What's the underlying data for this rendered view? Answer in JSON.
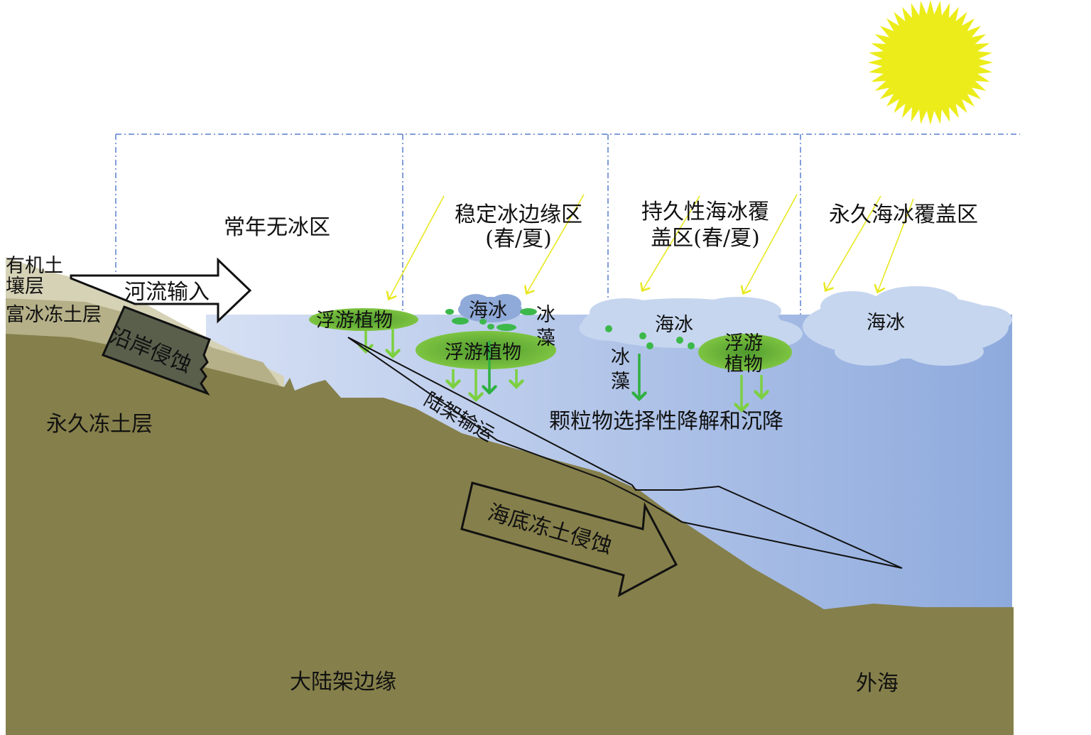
{
  "zones": [
    "常年无冰区",
    "稳定冰边缘区",
    "(春/夏)",
    "持久性海冰覆",
    "盖区(春/夏)",
    "永久海冰覆盖区"
  ],
  "land_labels": {
    "organic_soil_1": "有机土",
    "organic_soil_2": "壤层",
    "ice_rich_permafrost": "富冰冻土层",
    "permafrost": "永久冻土层",
    "shelf_margin": "大陆架边缘",
    "open_sea": "外海"
  },
  "processes": {
    "river_input": "河流输入",
    "coastal_erosion": "沿岸侵蚀",
    "shelf_transport": "陆架输运",
    "subsea_erosion": "海底冻土侵蚀",
    "particle_degradation": "颗粒物选择性降解和沉降"
  },
  "biota": {
    "phyto_1": "浮游植物",
    "phyto_2": "浮游植物",
    "phyto_3a": "浮游",
    "phyto_3b": "植物",
    "sea_ice_1": "海冰",
    "sea_ice_2": "海冰",
    "sea_ice_3": "海冰",
    "ice_algae_1a": "冰",
    "ice_algae_1b": "藻",
    "ice_algae_2a": "冰",
    "ice_algae_2b": "藻"
  },
  "colors": {
    "ground": "#857f4b",
    "soil_light": "#d6d2b6",
    "soil_mid": "#b5b088",
    "water_light": "#d2ddf3",
    "water_dark": "#93acdf",
    "sun": "#ecec1a",
    "phyto": "#7cc63e",
    "algae": "#3cb84a"
  }
}
